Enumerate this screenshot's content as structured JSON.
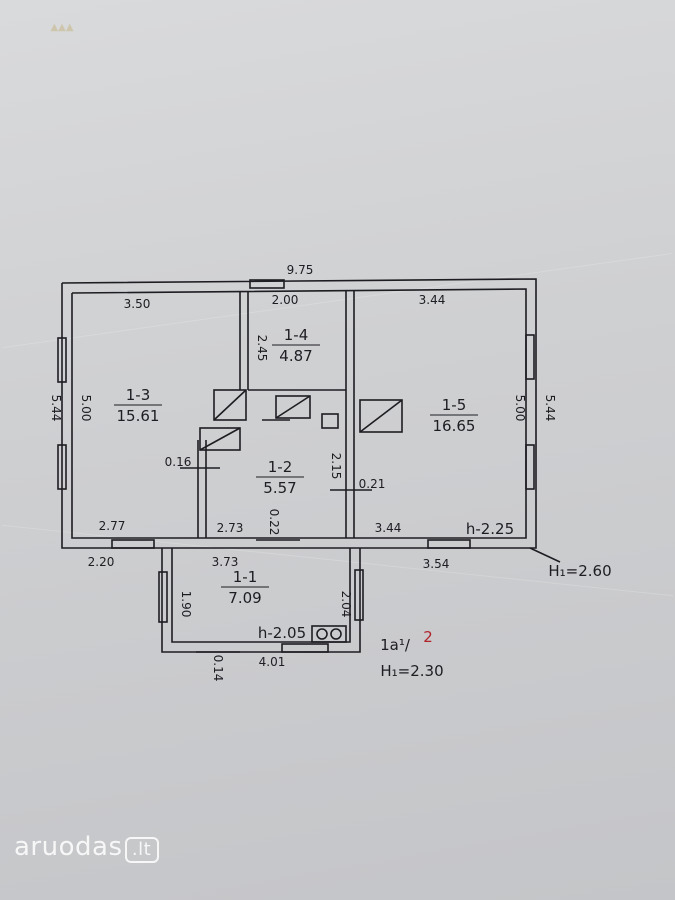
{
  "watermark": {
    "text": "aruodas",
    "dot_text": ".lt"
  },
  "plan": {
    "overall_width": "9.75",
    "top_left_width": "3.50",
    "top_mid_width": "2.00",
    "top_right_width": "3.44",
    "left_height": "5.44",
    "left_inner_height": "5.00",
    "right_height": "5.44",
    "right_inner_height": "5.00",
    "room_1_4_depth": "2.45",
    "corridor_depth": "2.15",
    "wall_016": "0.16",
    "wall_021": "0.21",
    "wall_022": "0.22",
    "bottom_left_inner": "2.77",
    "bottom_mid_inner": "2.73",
    "bottom_right_inner": "3.44",
    "bottom_left_outer": "2.20",
    "bottom_mid_outer": "3.73",
    "bottom_right_outer": "3.54",
    "ceiling_inner": "h-2.25",
    "height_main": "H₁=2.60",
    "porch_left": "1.90",
    "porch_right": "2.04",
    "porch_bottom": "4.01",
    "porch_wall": "0.14",
    "porch_ceiling": "h-2.05",
    "porch_height": "H₁=2.30",
    "porch_code": "1a¹/",
    "porch_code_red": "2",
    "rooms": [
      {
        "id": "1-1",
        "area": "7.09"
      },
      {
        "id": "1-2",
        "area": "5.57"
      },
      {
        "id": "1-3",
        "area": "15.61"
      },
      {
        "id": "1-4",
        "area": "4.87"
      },
      {
        "id": "1-5",
        "area": "16.65"
      }
    ]
  },
  "colors": {
    "ink": "#1d1d22",
    "paper": "#d2d3d5",
    "red": "#b0222a"
  }
}
